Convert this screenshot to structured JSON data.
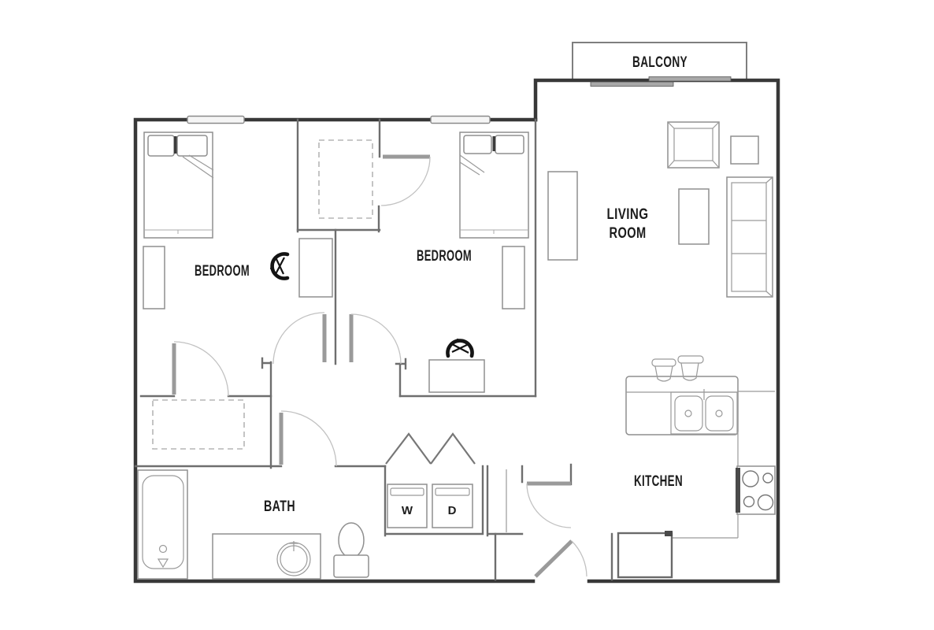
{
  "floorplan": {
    "rooms": {
      "balcony": {
        "label": "BALCONY"
      },
      "living_room": {
        "label_line1": "LIVING",
        "label_line2": "ROOM"
      },
      "bedroom_left": {
        "label": "BEDROOM"
      },
      "bedroom_right": {
        "label": "BEDROOM"
      },
      "kitchen": {
        "label": "KITCHEN"
      },
      "bath": {
        "label": "BATH"
      },
      "laundry": {
        "washer_label": "W",
        "dryer_label": "D"
      }
    },
    "colors": {
      "background": "#ffffff",
      "outer_wall": "#383838",
      "interior_wall": "#6e6e6e",
      "furniture_line": "#8f8f8f",
      "door_leaf": "#9a9a9a",
      "door_arc": "#c2c2c2",
      "dashed_line": "#b5b5b5",
      "window_slider_fill": "#a8a8a8",
      "label_text": "#1c1c1c",
      "chair_ink": "#141414"
    }
  }
}
